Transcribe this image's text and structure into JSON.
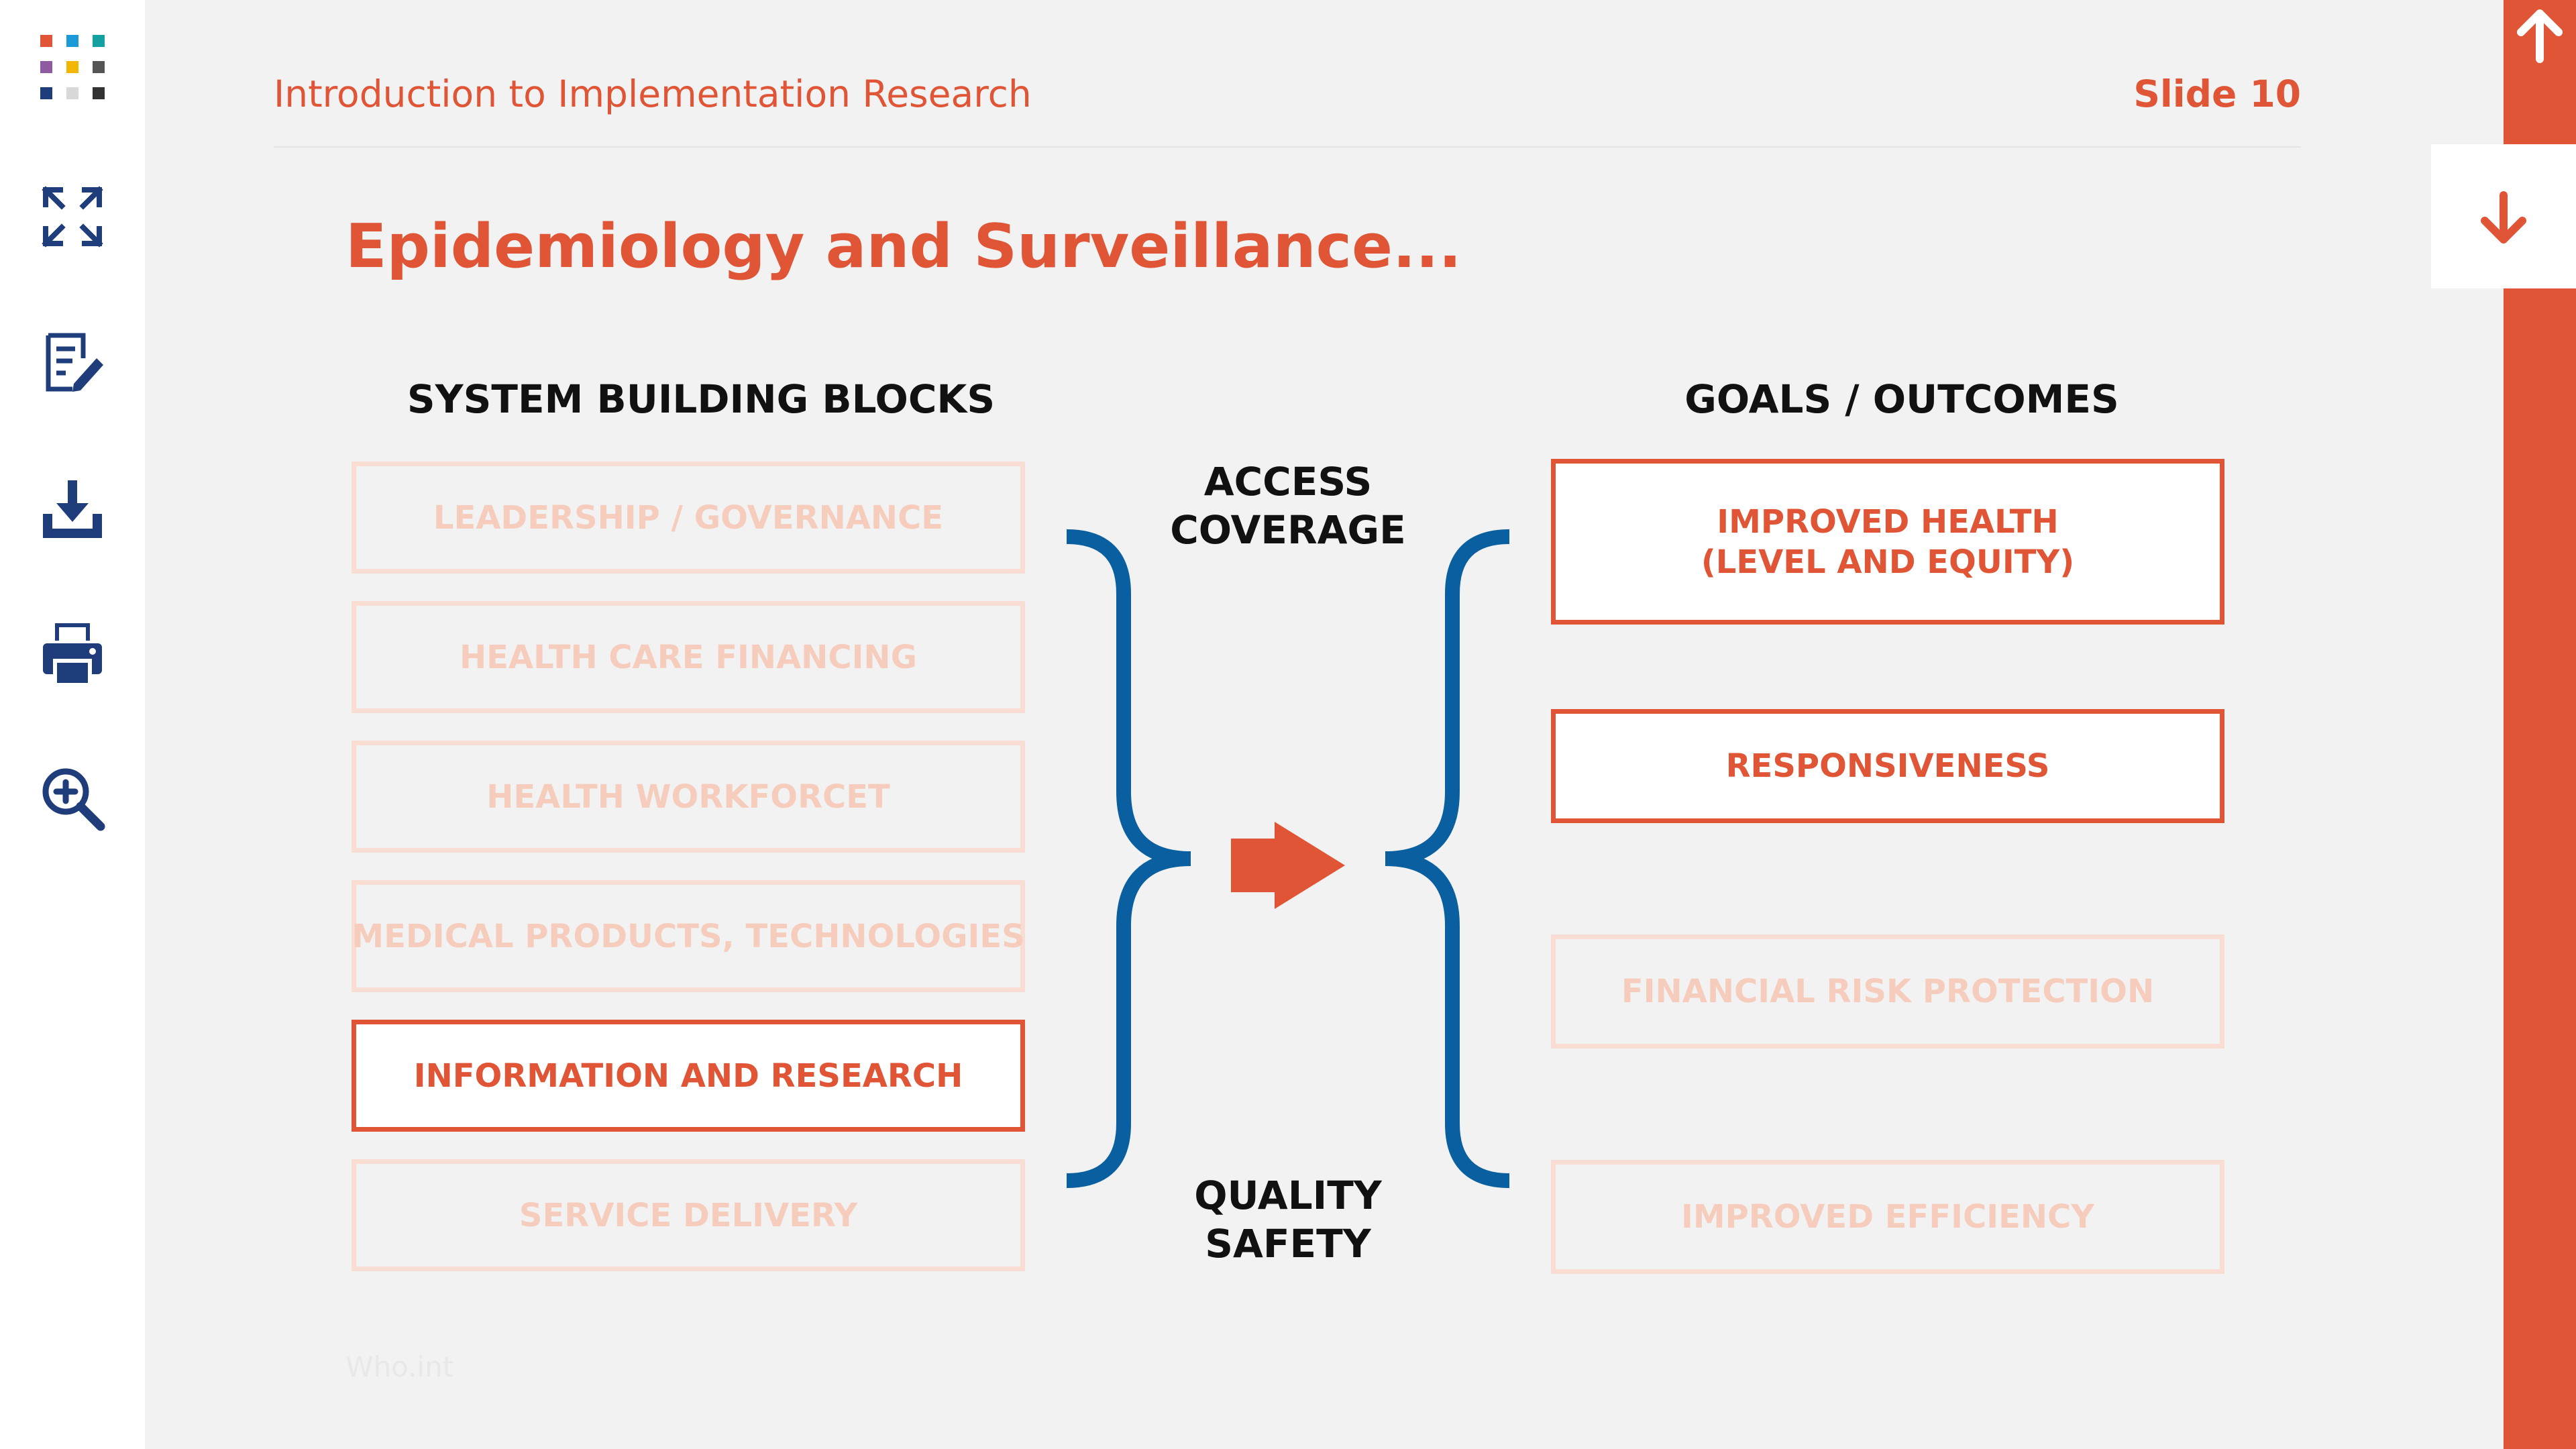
{
  "header": {
    "course_title": "Introduction to Implementation Research",
    "slide_number": "Slide 10"
  },
  "slide": {
    "title": "Epidemiology and Surveillance...",
    "left_heading": "SYSTEM BUILDING BLOCKS",
    "right_heading": "GOALS / OUTCOMES",
    "building_blocks": [
      {
        "label": "LEADERSHIP / GOVERNANCE",
        "highlighted": false
      },
      {
        "label": "HEALTH CARE FINANCING",
        "highlighted": false
      },
      {
        "label": "HEALTH WORKFORCET",
        "highlighted": false
      },
      {
        "label": "MEDICAL PRODUCTS, TECHNOLOGIES",
        "highlighted": false
      },
      {
        "label": "INFORMATION AND RESEARCH",
        "highlighted": true
      },
      {
        "label": "SERVICE DELIVERY",
        "highlighted": false
      }
    ],
    "middle_top": {
      "line1": "ACCESS",
      "line2": "COVERAGE"
    },
    "middle_bottom": {
      "line1": "QUALITY",
      "line2": "SAFETY"
    },
    "outcomes": [
      {
        "line1": "IMPROVED HEALTH",
        "line2": "(LEVEL AND EQUITY)",
        "highlighted": true
      },
      {
        "line1": "RESPONSIVENESS",
        "highlighted": true
      },
      {
        "line1": "FINANCIAL RISK PROTECTION",
        "highlighted": false
      },
      {
        "line1": "IMPROVED EFFICIENCY",
        "highlighted": false
      }
    ],
    "watermark": "Who.int"
  },
  "toolbar": {
    "items": [
      {
        "name": "logo-grid-icon"
      },
      {
        "name": "fullscreen-icon"
      },
      {
        "name": "notes-edit-icon"
      },
      {
        "name": "download-icon"
      },
      {
        "name": "print-icon"
      },
      {
        "name": "zoom-in-icon"
      }
    ]
  },
  "navigation": {
    "up_icon": "arrow-up-icon",
    "down_icon": "arrow-down-icon"
  },
  "colors": {
    "accent": "#e05536",
    "accent_faded": "#f6cdbd",
    "icon_blue": "#1f3d7a",
    "brace_blue": "#0a5fa0",
    "background": "#f2f2f2"
  }
}
